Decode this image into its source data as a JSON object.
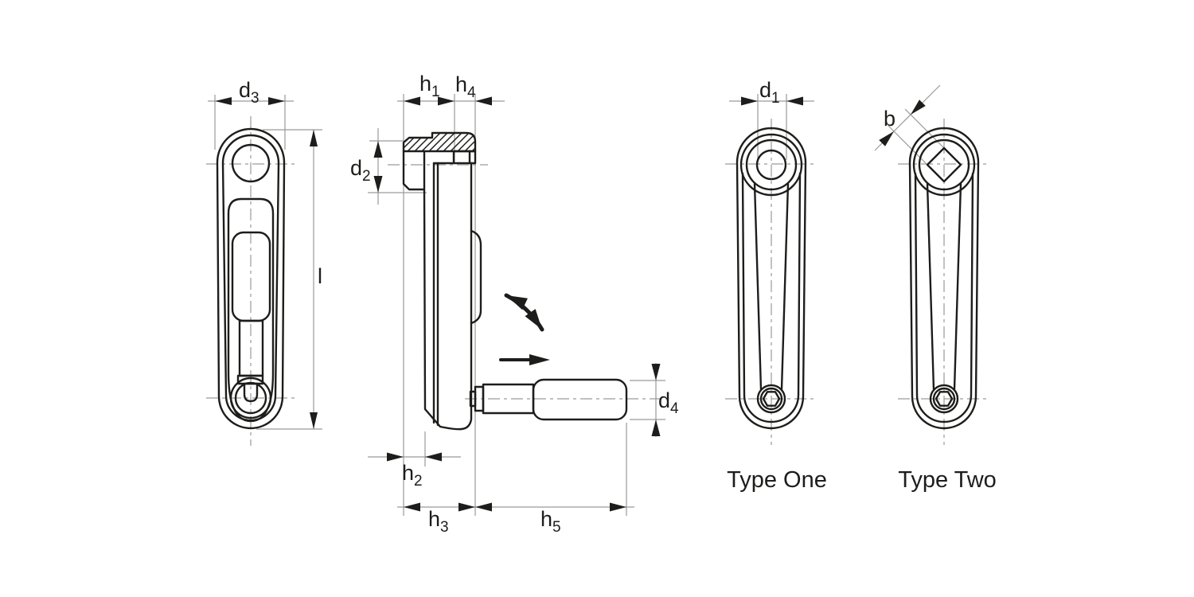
{
  "colors": {
    "background": "#ffffff",
    "outline": "#1d1d1b",
    "thin_line": "#9a9a9a",
    "text": "#1d1d1b"
  },
  "dimension_labels": {
    "d3": {
      "base": "d",
      "sub": "3"
    },
    "l": {
      "base": "l",
      "sub": ""
    },
    "h1": {
      "base": "h",
      "sub": "1"
    },
    "h4": {
      "base": "h",
      "sub": "4"
    },
    "d2": {
      "base": "d",
      "sub": "2"
    },
    "h2": {
      "base": "h",
      "sub": "2"
    },
    "h3": {
      "base": "h",
      "sub": "3"
    },
    "h5": {
      "base": "h",
      "sub": "5"
    },
    "d4": {
      "base": "d",
      "sub": "4"
    },
    "d1": {
      "base": "d",
      "sub": "1"
    },
    "b": {
      "base": "b",
      "sub": ""
    }
  },
  "captions": {
    "type_one": "Type One",
    "type_two": "Type Two"
  }
}
